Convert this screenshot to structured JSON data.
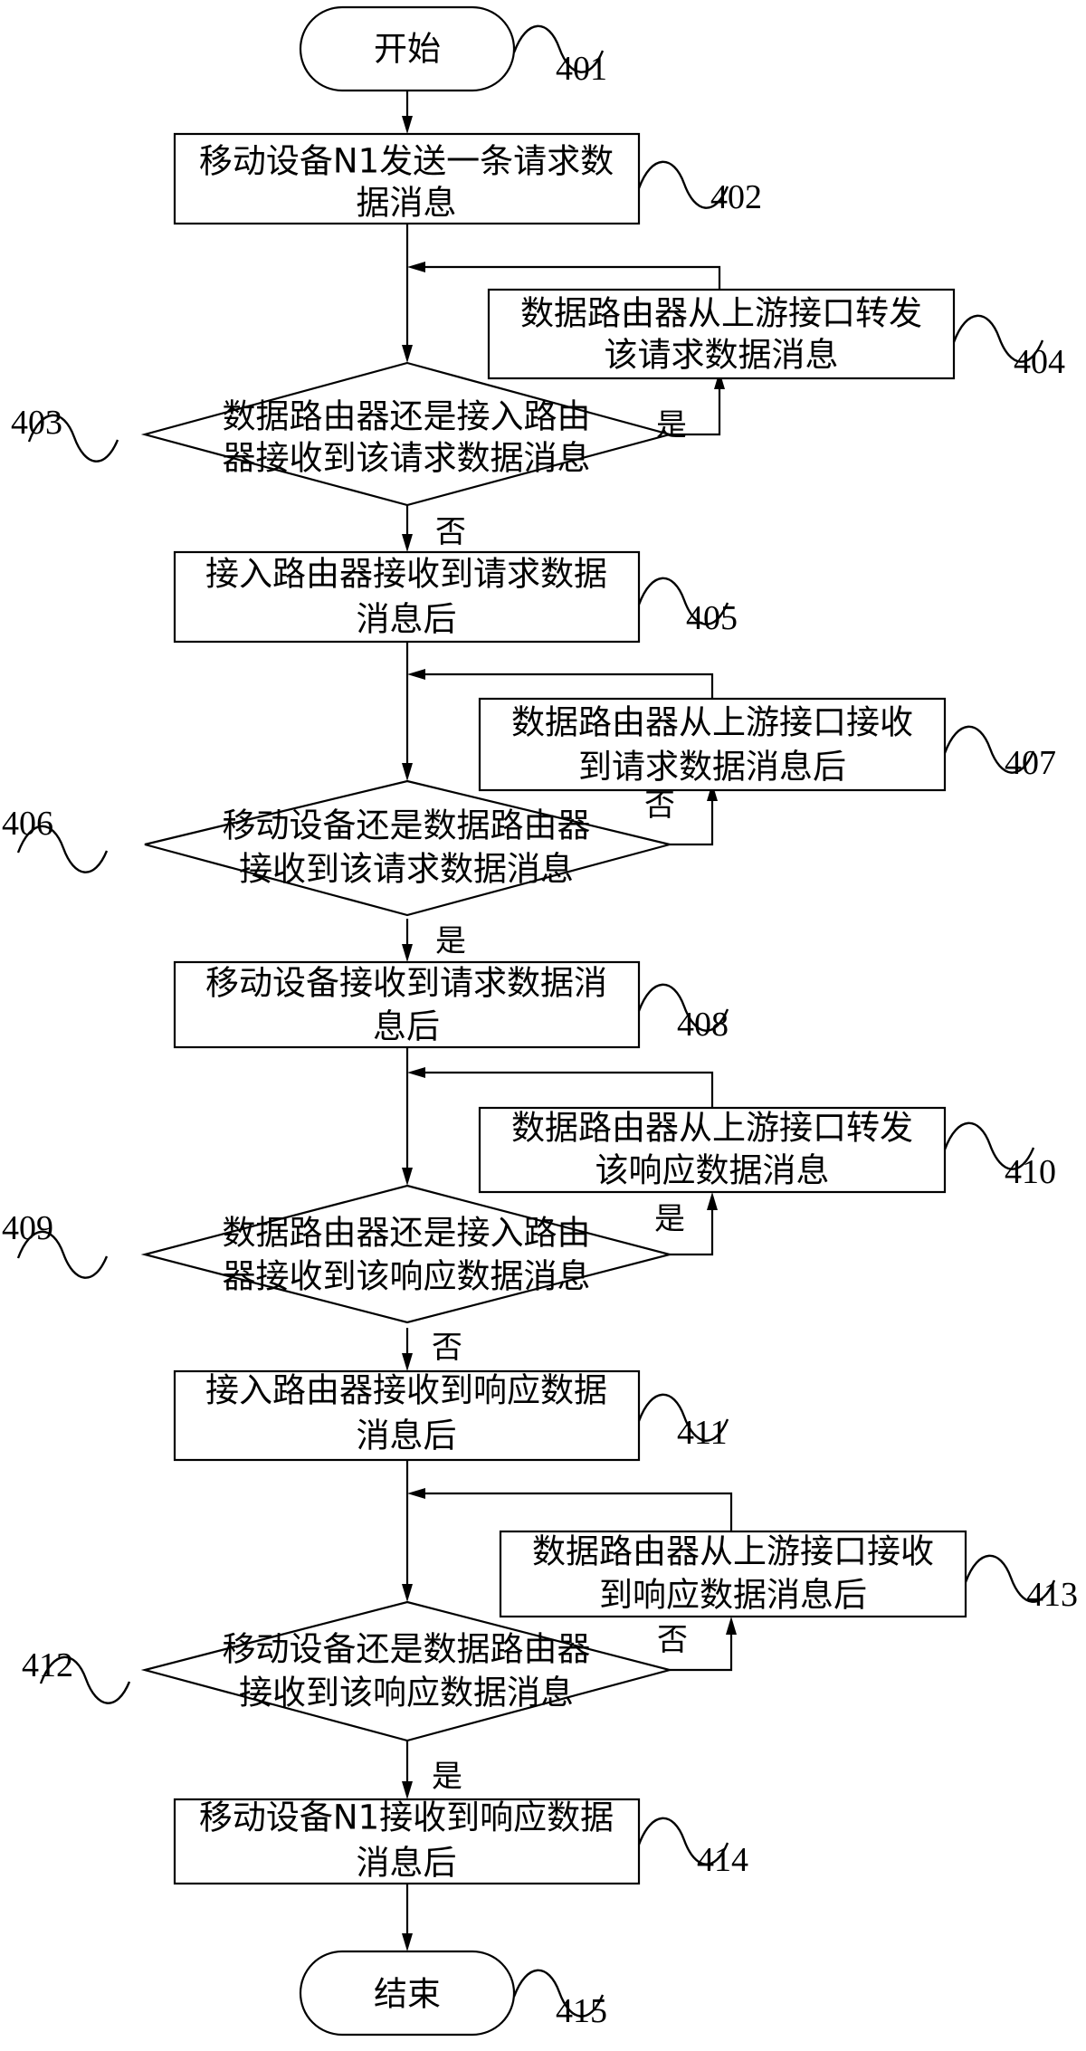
{
  "nodes": {
    "n401": {
      "id": "401",
      "lines": [
        "开始"
      ]
    },
    "n402": {
      "id": "402",
      "lines": [
        "移动设备N1发送一条请求数",
        "据消息"
      ]
    },
    "n403": {
      "id": "403",
      "lines": [
        "数据路由器还是接入路由",
        "器接收到该请求数据消息"
      ]
    },
    "n404": {
      "id": "404",
      "lines": [
        "数据路由器从上游接口转发",
        "该请求数据消息"
      ]
    },
    "n405": {
      "id": "405",
      "lines": [
        "接入路由器接收到请求数据",
        "消息后"
      ]
    },
    "n406": {
      "id": "406",
      "lines": [
        "移动设备还是数据路由器",
        "接收到该请求数据消息"
      ]
    },
    "n407": {
      "id": "407",
      "lines": [
        "数据路由器从上游接口接收",
        "到请求数据消息后"
      ]
    },
    "n408": {
      "id": "408",
      "lines": [
        "移动设备接收到请求数据消",
        "息后"
      ]
    },
    "n409": {
      "id": "409",
      "lines": [
        "数据路由器还是接入路由",
        "器接收到该响应数据消息"
      ]
    },
    "n410": {
      "id": "410",
      "lines": [
        "数据路由器从上游接口转发",
        "该响应数据消息"
      ]
    },
    "n411": {
      "id": "411",
      "lines": [
        "接入路由器接收到响应数据",
        "消息后"
      ]
    },
    "n412": {
      "id": "412",
      "lines": [
        "移动设备还是数据路由器",
        "接收到该响应数据消息"
      ]
    },
    "n413": {
      "id": "413",
      "lines": [
        "数据路由器从上游接口接收",
        "到响应数据消息后"
      ]
    },
    "n414": {
      "id": "414",
      "lines": [
        "移动设备N1接收到响应数据",
        "消息后"
      ]
    },
    "n415": {
      "id": "415",
      "lines": [
        "结束"
      ]
    }
  },
  "branches": {
    "d403_yes": "是",
    "d403_no": "否",
    "d406_no": "否",
    "d406_yes": "是",
    "d409_yes": "是",
    "d409_no": "否",
    "d412_no": "否",
    "d412_yes": "是"
  }
}
